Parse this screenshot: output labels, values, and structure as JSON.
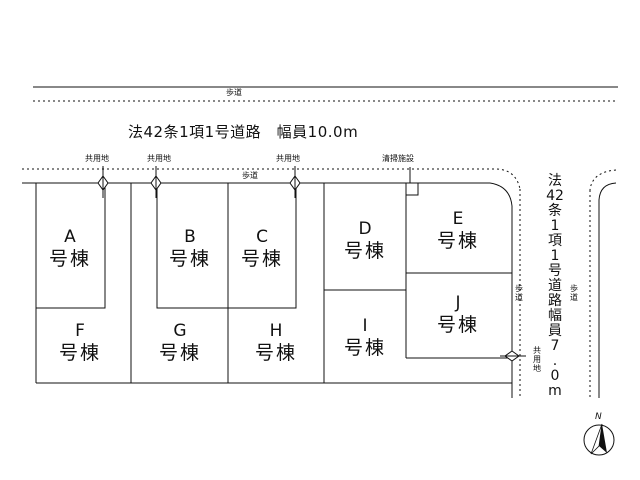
{
  "labels": {
    "sidewalk": "歩道",
    "main_road": "法42条1項1号道路　幅員10.0m",
    "shared_land": "共用地",
    "cleaning_facility": "清掃施設",
    "side_road": "法42条1項1号道路幅員7.0m",
    "lot_suffix": "号棟"
  },
  "lots": [
    "A",
    "B",
    "C",
    "D",
    "E",
    "F",
    "G",
    "H",
    "I",
    "J"
  ],
  "north_arrow": {
    "label": "N",
    "icon": "north-arrow-icon"
  },
  "colors": {
    "line": "#111111",
    "background": "#ffffff"
  }
}
